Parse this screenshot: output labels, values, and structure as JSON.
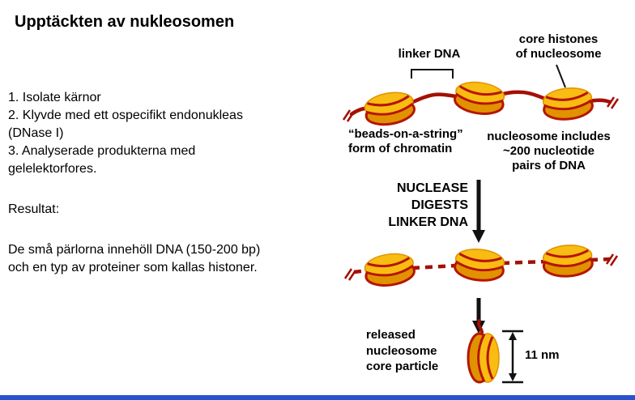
{
  "slide": {
    "title": "Upptäckten av nukleosomen",
    "steps": {
      "line1": "1. Isolate kärnor",
      "line2": "2. Klyvde med ett ospecifikt endonukleas",
      "line3": "(DNase I)",
      "line4": "3. Analyserade produkterna med",
      "line5": "gelelektorfores."
    },
    "result_heading": "Resultat:",
    "result": {
      "line1": "De små pärlorna innehöll DNA (150-200 bp)",
      "line2": "och en typ av proteiner som kallas histoner."
    }
  },
  "diagram": {
    "linker_dna_label": "linker DNA",
    "core_histones": {
      "line1": "core histones",
      "line2": "of nucleosome"
    },
    "beads_caption": {
      "line1": "“beads-on-a-string”",
      "line2": "form of chromatin"
    },
    "nucleosome_includes": {
      "line1": "nucleosome includes",
      "line2": "~200 nucleotide",
      "line3": "pairs of DNA"
    },
    "nuclease": {
      "line1": "NUCLEASE",
      "line2": "DIGESTS",
      "line3": "LINKER DNA"
    },
    "released": {
      "line1": "released",
      "line2": "nucleosome",
      "line3": "core particle"
    },
    "size_label": "11 nm",
    "colors": {
      "dna_red": "#a31005",
      "histone_top_gold": "#f8bc12",
      "histone_side_gold": "#e09200",
      "dna_stripe_red": "#b51505",
      "arrow_black": "#111111",
      "bottom_bar_blue": "#2a52cc"
    }
  }
}
